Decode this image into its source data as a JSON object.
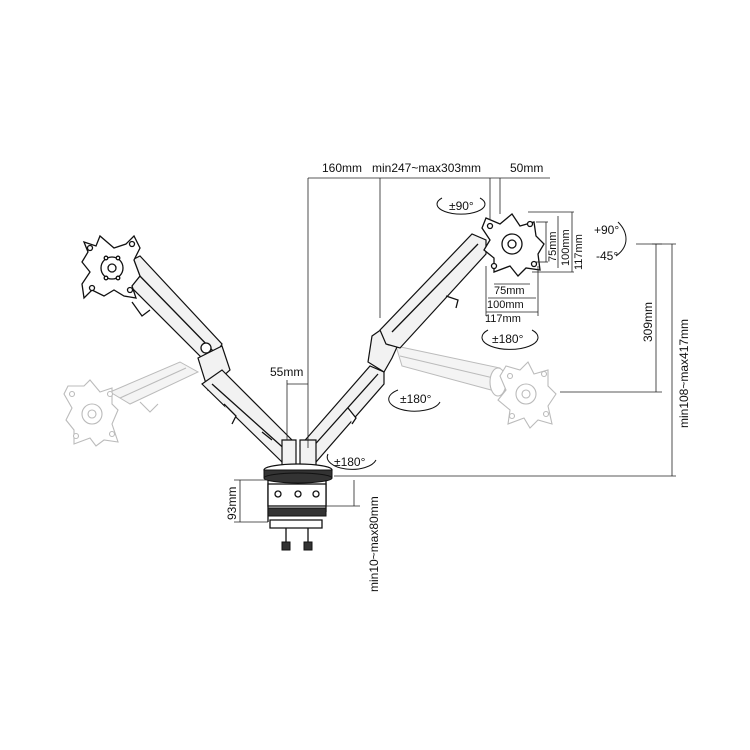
{
  "dimensions": {
    "arm_offset": "160mm",
    "arm_reach": "min247~max303mm",
    "vesa_offset": "50mm",
    "arm_base_width": "55mm",
    "vesa_inner_v": "75mm",
    "vesa_mid_v": "100mm",
    "vesa_outer_v": "117mm",
    "vesa_inner_h": "75mm",
    "vesa_mid_h": "100mm",
    "vesa_outer_h": "117mm",
    "arm_drop": "309mm",
    "height_range": "min108~max417mm",
    "clamp_height": "93mm",
    "desk_thickness": "min10~max80mm"
  },
  "rotations": {
    "swivel_head": "±90°",
    "tilt_up": "+90°",
    "tilt_down": "-45°",
    "rotation_upper_right": "±180°",
    "rotation_mid_right": "±180°",
    "rotation_base": "±180°"
  },
  "icons": {
    "left_vesa": "vesa-plate-icon",
    "right_vesa": "vesa-plate-icon",
    "clamp": "desk-clamp-icon"
  }
}
